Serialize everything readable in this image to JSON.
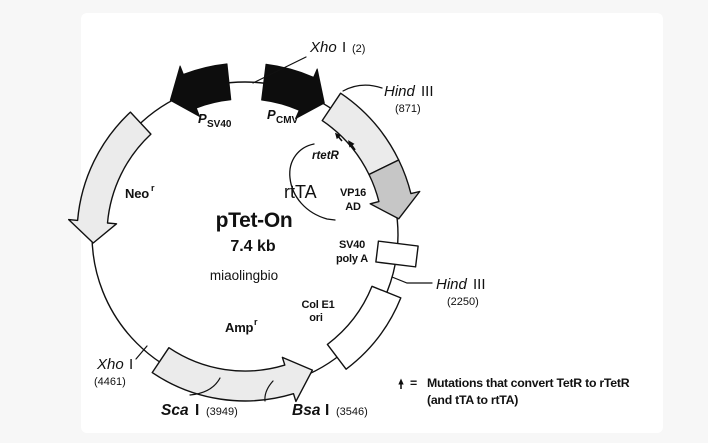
{
  "figure": {
    "plasmid": {
      "name": "pTet-On",
      "size": "7.4 kb",
      "brand": "miaolingbio"
    },
    "promoters": {
      "sv40": {
        "symbol": "P",
        "subscript": "SV40"
      },
      "cmv": {
        "symbol": "P",
        "subscript": "CMV"
      }
    },
    "genes": {
      "neo": {
        "label": "Neo",
        "superscript": "r"
      },
      "amp": {
        "label": "Amp",
        "superscript": "r"
      },
      "rtta": {
        "label": "rtTA"
      },
      "rtetr": {
        "label": "rtetR"
      },
      "vp16": {
        "line1": "VP16",
        "line2": "AD"
      },
      "sv40_polya": {
        "line1": "SV40",
        "line2": "poly A"
      },
      "cole1": {
        "line1": "Col E1",
        "line2": "ori"
      }
    },
    "sites": {
      "xho1_2": {
        "enzyme": "Xho",
        "unit": "I",
        "position": "(2)"
      },
      "hind3_871": {
        "enzyme": "Hind",
        "unit": "III",
        "position": "(871)"
      },
      "hind3_2250": {
        "enzyme": "Hind",
        "unit": "III",
        "position": "(2250)"
      },
      "xho1_4461": {
        "enzyme": "Xho",
        "unit": "I",
        "position": "(4461)"
      },
      "sca1_3949": {
        "enzyme": "Sca",
        "unit": "I",
        "position": "(3949)"
      },
      "bsa1_3546": {
        "enzyme": "Bsa",
        "unit": "I",
        "position": "(3546)"
      }
    },
    "legend": {
      "equals": "=",
      "line1": "Mutations that convert TetR to rTetR",
      "line2": "(and tTA to rtTA)"
    },
    "colors": {
      "page_bg": "#f7f7f7",
      "card_bg": "#ffffff",
      "outline": "#111111",
      "black_feature": "#0d0d0d",
      "light_band": "#ebebeb",
      "dark_band": "#c6c6c6",
      "white_band": "#ffffff"
    }
  }
}
